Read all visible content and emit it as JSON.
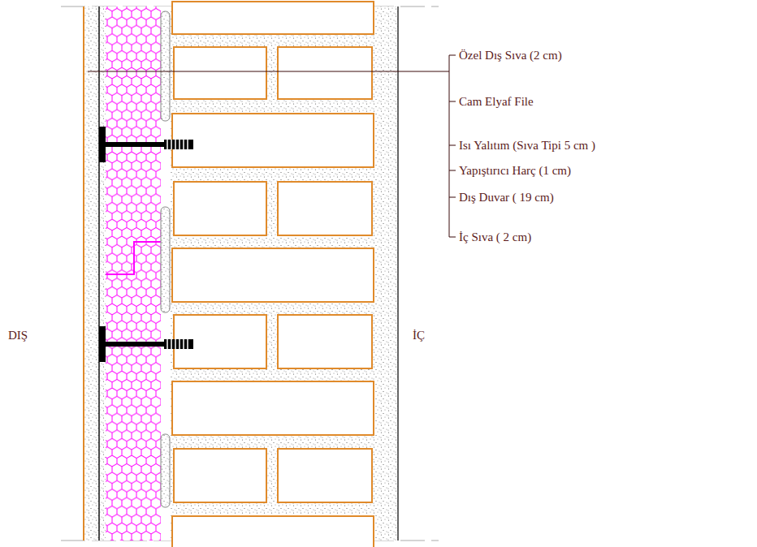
{
  "diagram": {
    "labels": [
      "Özel Dış Sıva (2 cm)",
      "Cam Elyaf File",
      "Isı Yalıtım (Sıva Tipi 5 cm )",
      "Yapıştırıcı Harç (1 cm)",
      "Dış Duvar ( 19 cm)",
      "İç Sıva ( 2 cm)",
      "DIŞ",
      "İÇ"
    ]
  }
}
